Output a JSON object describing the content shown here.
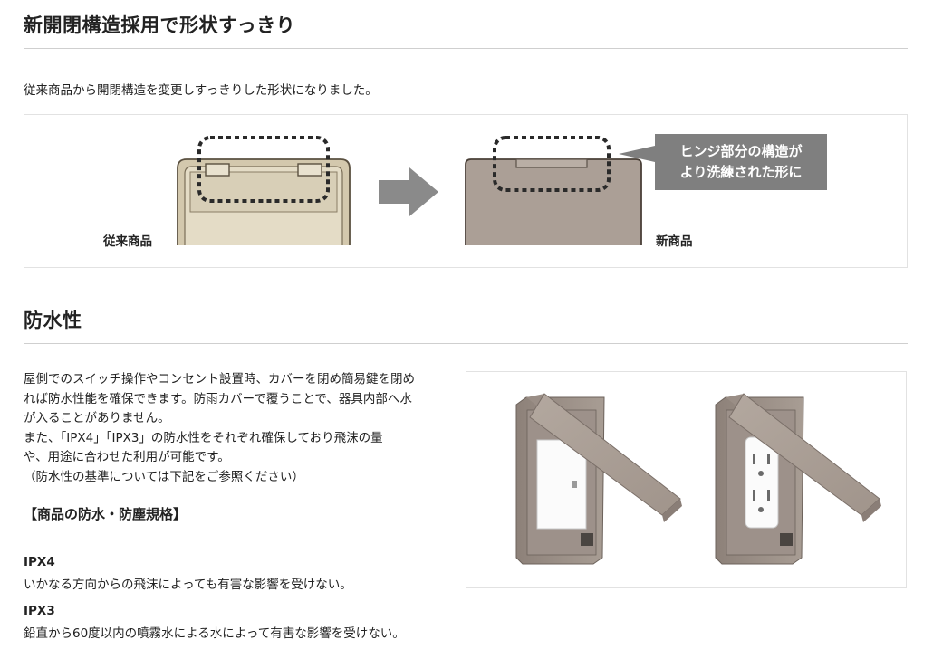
{
  "section1": {
    "heading": "新開閉構造採用で形状すっきり",
    "intro": "従来商品から開閉構造を変更しすっきりした形状になりました。",
    "old_label": "従来商品",
    "new_label": "新商品",
    "callout": [
      "ヒンジ部分の構造が",
      "より洗練された形に"
    ],
    "colors": {
      "old_product": "#d3c8ad",
      "new_product": "#ab9f96",
      "arrow": "#8a8a8a",
      "callout": "#7f7f7f"
    }
  },
  "section2": {
    "heading": "防水性",
    "paragraph": [
      "屋側でのスイッチ操作やコンセント設置時、カバーを閉め簡易鍵を閉め",
      "れば防水性能を確保できます。防雨カバーで覆うことで、器具内部へ水",
      "が入ることがありません。",
      "また、「IPX4」「IPX3」の防水性をそれぞれ確保しており飛沫の量",
      "や、用途に合わせた利用が可能です。",
      "（防水性の基準については下記をご参照ください）"
    ],
    "spec_title": "【商品の防水・防塵規格】",
    "specs": [
      {
        "code": "IPX4",
        "desc": "いかなる方向からの飛沫によっても有害な影響を受けない。"
      },
      {
        "code": "IPX3",
        "desc": "鉛直から60度以内の噴霧水による水によって有害な影響を受けない。"
      }
    ]
  }
}
